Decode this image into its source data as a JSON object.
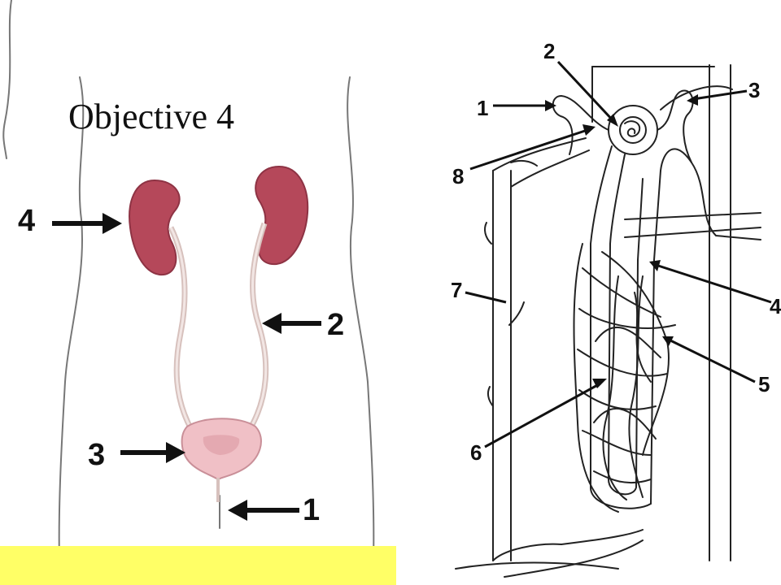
{
  "slide": {
    "title": "Objective 4"
  },
  "urinary_system": {
    "labels": [
      "4",
      "2",
      "3",
      "1"
    ]
  },
  "nephron": {
    "labels": [
      "1",
      "2",
      "3",
      "8",
      "7",
      "4",
      "5",
      "6"
    ]
  },
  "colors": {
    "kidney": "#b5485a",
    "bladder": "#f0c0c6",
    "ureter": "#e6d2cf",
    "bar": "#ffff66",
    "outline": "#777777",
    "ink": "#111111"
  }
}
